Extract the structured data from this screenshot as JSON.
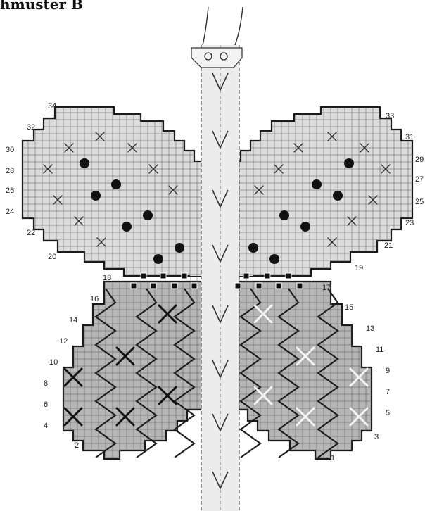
{
  "header": {
    "title": "hmuster B"
  },
  "colors": {
    "upper_fill": "#dcdcdc",
    "lower_fill": "#b6b6b6",
    "center_fill": "#e6e6e6",
    "grid_line": "#555555",
    "outline": "#1a1a1a"
  },
  "row_labels": {
    "left": [
      "34",
      "32",
      "30",
      "28",
      "26",
      "24",
      "22",
      "20",
      "18",
      "16",
      "14",
      "12",
      "10",
      "8",
      "6",
      "4",
      "2"
    ],
    "right": [
      "33",
      "31",
      "29",
      "27",
      "25",
      "23",
      "21",
      "19",
      "17",
      "15",
      "13",
      "11",
      "9",
      "7",
      "5",
      "3",
      "1"
    ]
  },
  "legend": {
    "cross_symbol": "cross-stitch-x",
    "dot_symbol": "filled-dot",
    "v_symbol": "v-stitch",
    "square_symbol": "filled-square"
  }
}
